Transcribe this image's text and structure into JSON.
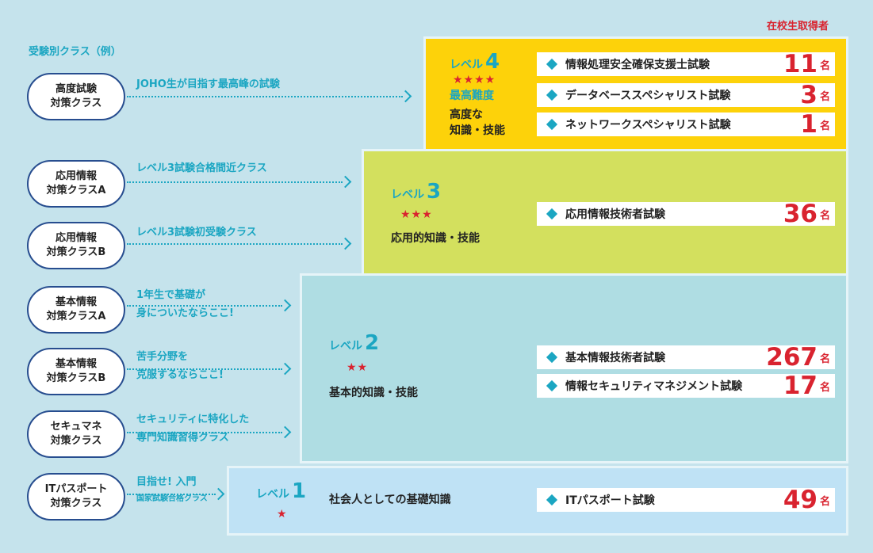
{
  "heading": "受験別クラス（例）",
  "caption": "在校生取得者",
  "count_unit": "名",
  "classes": [
    {
      "line1": "高度試験",
      "line2": "対策クラス",
      "desc": [
        "JOHO生が目指す最高峰の試験"
      ]
    },
    {
      "line1": "応用情報",
      "line2": "対策クラスA",
      "desc": [
        "レベル3試験合格間近クラス"
      ]
    },
    {
      "line1": "応用情報",
      "line2": "対策クラスB",
      "desc": [
        "レベル3試験初受験クラス"
      ]
    },
    {
      "line1": "基本情報",
      "line2": "対策クラスA",
      "desc": [
        "1年生で基礎が",
        "身についたならここ!"
      ]
    },
    {
      "line1": "基本情報",
      "line2": "対策クラスB",
      "desc": [
        "苦手分野を",
        "克服するならここ!"
      ]
    },
    {
      "line1": "セキュマネ",
      "line2": "対策クラス",
      "desc": [
        "セキュリティに特化した",
        "専門知識習得クラス"
      ]
    },
    {
      "line1": "ITパスポート",
      "line2": "対策クラス",
      "desc": [
        "目指せ! 入門",
        "国家試験合格クラス"
      ]
    }
  ],
  "levels": [
    {
      "label": "レベル",
      "num": "4",
      "stars": "★★★★",
      "text1": "最高難度",
      "text2": "高度な",
      "text3": "知識・技能",
      "exams": [
        {
          "name": "情報処理安全確保支援士試験",
          "count": "11"
        },
        {
          "name": "データベーススペシャリスト試験",
          "count": "3"
        },
        {
          "name": "ネットワークスペシャリスト試験",
          "count": "1"
        }
      ]
    },
    {
      "label": "レベル",
      "num": "3",
      "stars": "★★★",
      "text1": "応用的知識・技能",
      "exams": [
        {
          "name": "応用情報技術者試験",
          "count": "36"
        }
      ]
    },
    {
      "label": "レベル",
      "num": "2",
      "stars": "★★",
      "text1": "基本的知識・技能",
      "exams": [
        {
          "name": "基本情報技術者試験",
          "count": "267"
        },
        {
          "name": "情報セキュリティマネジメント試験",
          "count": "17"
        }
      ]
    },
    {
      "label": "レベル",
      "num": "1",
      "stars": "★",
      "text1": "社会人としての基礎知識",
      "exams": [
        {
          "name": "ITパスポート試験",
          "count": "49"
        }
      ]
    }
  ],
  "colors": {
    "level4": "#fdd20a",
    "level3": "#d3e05e",
    "level2": "#afdde3",
    "level1": "#bfe2f5",
    "accent": "#1ba6c2",
    "count": "#d9232f"
  }
}
